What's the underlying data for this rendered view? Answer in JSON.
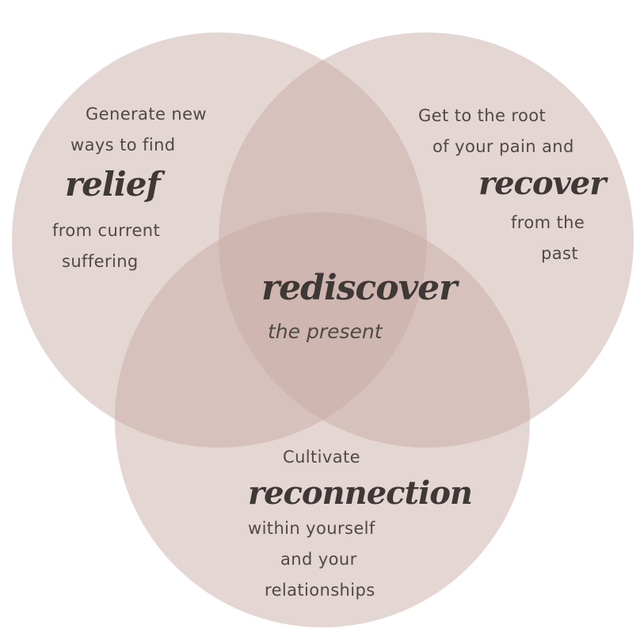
{
  "colors": {
    "circle_fill": "#c7aaa3",
    "text": "#4f4946",
    "script_text": "#3e3836"
  },
  "left": {
    "line1": "Generate new",
    "line2": "ways to find",
    "keyword": "relief",
    "line3": "from current",
    "line4": "suffering"
  },
  "right": {
    "line1": "Get to the root",
    "line2": "of your pain and",
    "keyword": "recover",
    "line3": "from the",
    "line4": "past"
  },
  "center": {
    "keyword": "rediscover",
    "subtitle": "the present"
  },
  "bottom": {
    "line1": "Cultivate",
    "keyword": "reconnection",
    "line2": "within yourself",
    "line3": "and your",
    "line4": "relationships"
  }
}
